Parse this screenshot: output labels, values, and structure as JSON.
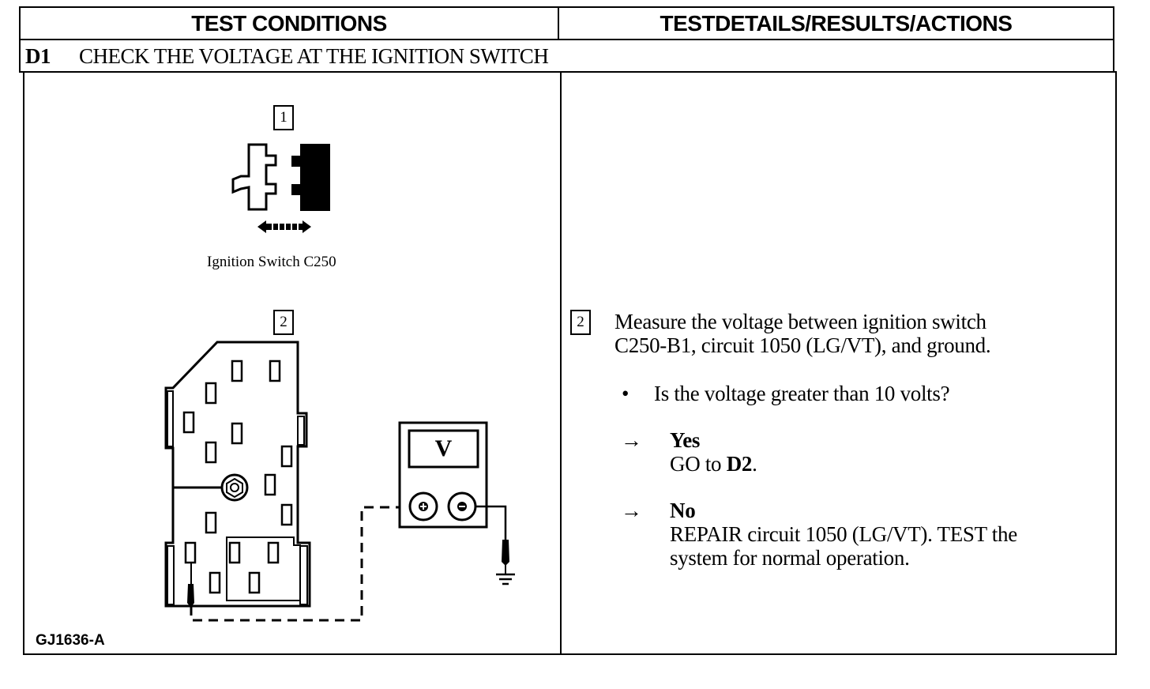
{
  "table": {
    "header_left": "TEST CONDITIONS",
    "header_right": "TESTDETAILS/RESULTS/ACTIONS",
    "step_id": "D1",
    "step_title": "CHECK THE VOLTAGE AT THE IGNITION SWITCH"
  },
  "figure": {
    "callout1": "1",
    "caption1": "Ignition Switch C250",
    "callout2": "2",
    "meter_display": "V",
    "figure_id": "GJ1636-A"
  },
  "details": {
    "callout": "2",
    "instruction_line1": "Measure the voltage between ignition switch",
    "instruction_line2": "C250-B1, circuit 1050 (LG/VT), and ground.",
    "bullet": "•",
    "question": "Is the voltage greater than 10 volts?",
    "arrow": "→",
    "yes_label": "Yes",
    "yes_action_prefix": "GO to ",
    "yes_action_target": "D2",
    "yes_action_suffix": ".",
    "no_label": "No",
    "no_action_line1": "REPAIR circuit 1050 (LG/VT). TEST the",
    "no_action_line2": "system for normal operation."
  }
}
